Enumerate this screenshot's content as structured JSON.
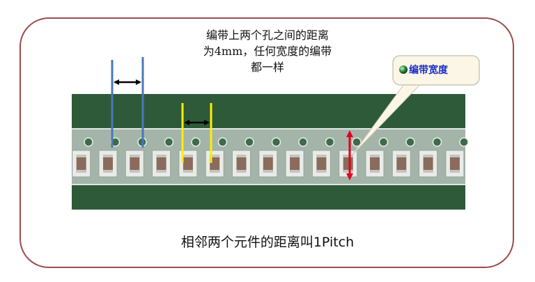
{
  "note": {
    "line1": "编带上两个孔之间的距离",
    "line2": "为4mm，任何宽度的编带",
    "line3": "都一样"
  },
  "callout": {
    "label": "编带宽度"
  },
  "caption": "相邻两个元件的距离叫1Pitch",
  "colors": {
    "frame": "#9b4b4b",
    "board": "#2e5a3a",
    "tape": "#b9c4bd",
    "pitch_lines": "#4a78b8",
    "component_pitch_lines": "#ffee00",
    "width_arrow": "#e0001b",
    "callout_text": "#1a2ec8"
  }
}
